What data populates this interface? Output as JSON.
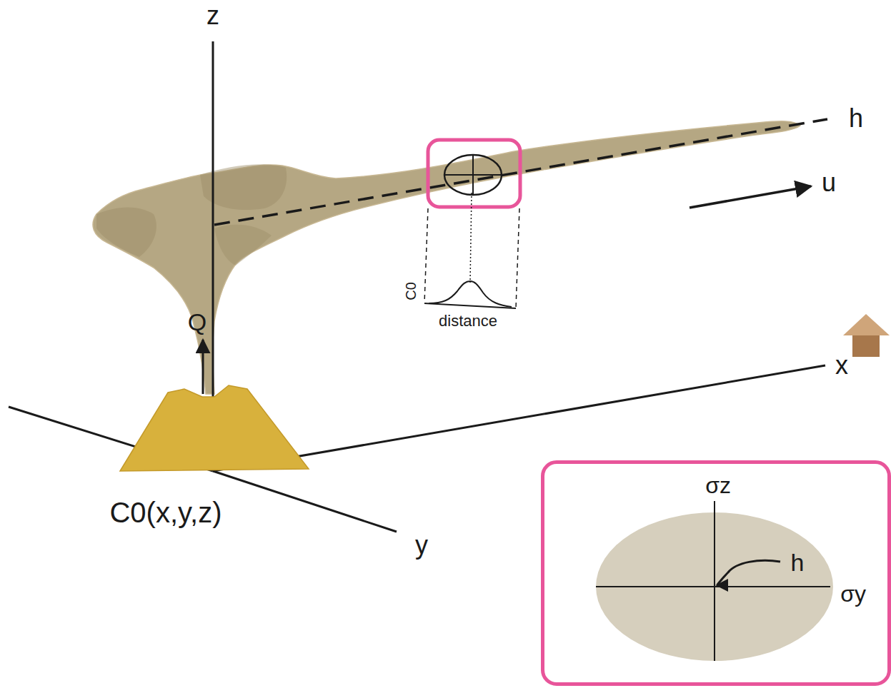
{
  "diagram": {
    "nodes": [
      {
        "text": [
          "σz",
          "h",
          "σy"
        ]
      }
    ],
    "edges": [],
    "labels": [
      "z",
      "h",
      "u",
      "Q",
      "x",
      "C0(x,y,z)",
      "y",
      "C0",
      "distance"
    ]
  }
}
